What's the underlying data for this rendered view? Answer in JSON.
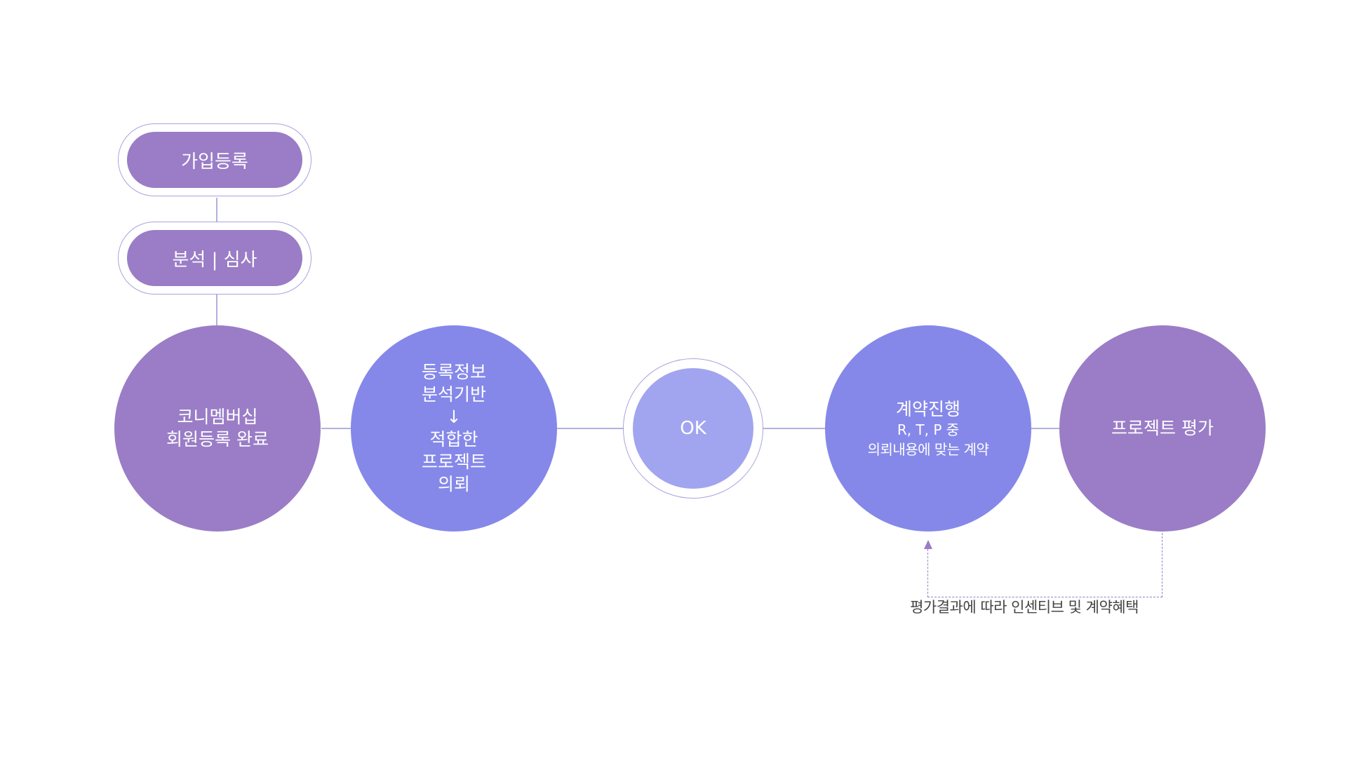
{
  "steps": {
    "signup": "가입등록",
    "review": "분석 | 심사",
    "membership_line1": "코니멤버십",
    "membership_line2": "회원등록 완료",
    "analysis_line1": "등록정보",
    "analysis_line2": "분석기반",
    "analysis_arrow": "↓",
    "analysis_line3": "적합한",
    "analysis_line4": "프로젝트",
    "analysis_line5": "의뢰",
    "ok": "OK",
    "contract_title": "계약진행",
    "contract_sub1": "R, T, P 중",
    "contract_sub2": "의뢰내용에 맞는 계약",
    "evaluation": "프로젝트 평가"
  },
  "feedback": {
    "label": "평가결과에 따라 인센티브 및 계약혜택"
  },
  "colors": {
    "purple": "#9a7dc6",
    "blue": "#8588e9",
    "ok_light_blue": "#a1a5ef",
    "connector": "#b3b0df",
    "ring_border": "#a9a3dc"
  }
}
